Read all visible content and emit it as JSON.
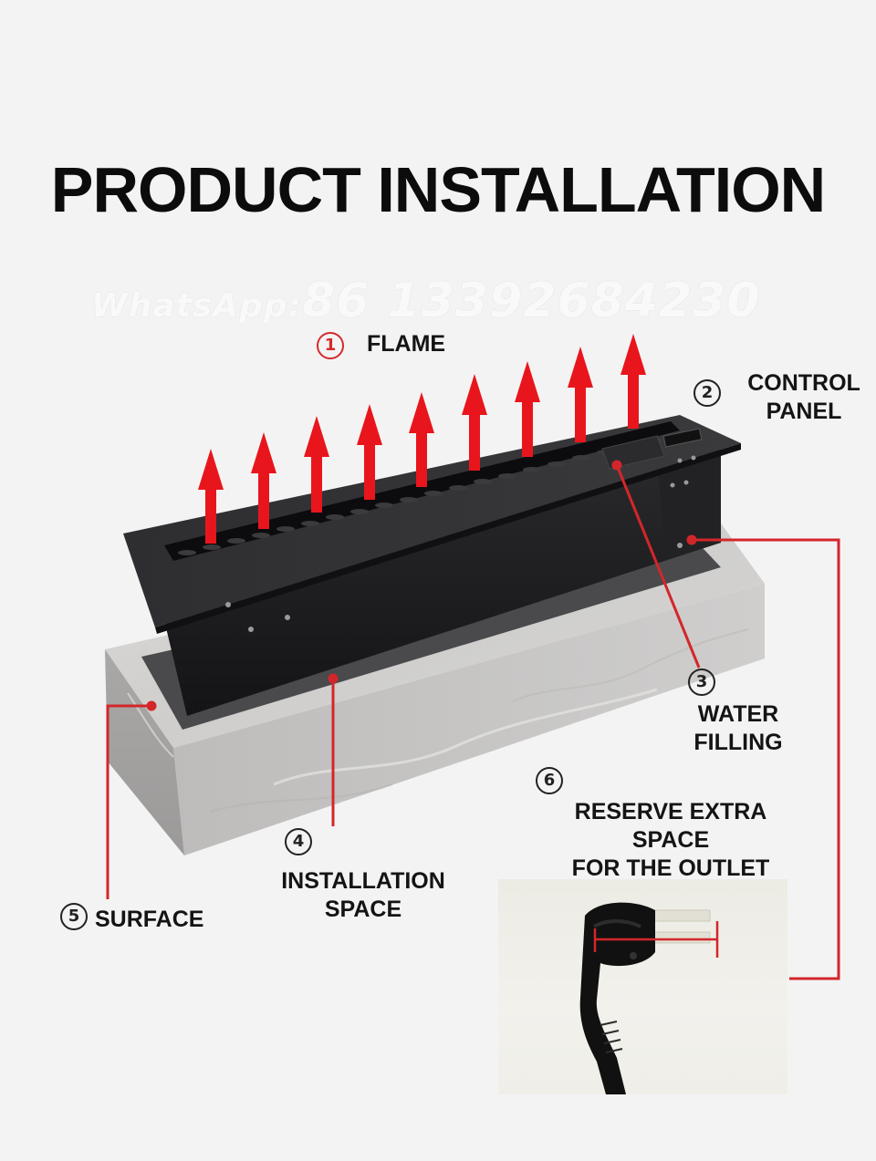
{
  "title": "PRODUCT INSTALLATION",
  "watermark": {
    "prefix": "WhatsApp:",
    "number": "86 13392684230"
  },
  "callouts": [
    {
      "number": "1",
      "label_lines": [
        "FLAME"
      ]
    },
    {
      "number": "2",
      "label_lines": [
        "CONTROL",
        "PANEL"
      ]
    },
    {
      "number": "3",
      "label_lines": [
        "WATER",
        "FILLING"
      ]
    },
    {
      "number": "4",
      "label_lines": [
        "INSTALLATION",
        "SPACE"
      ]
    },
    {
      "number": "5",
      "label_lines": [
        "SURFACE"
      ]
    },
    {
      "number": "6",
      "label_lines": [
        "RESERVE EXTRA SPACE",
        "FOR THE OUTLET"
      ]
    }
  ],
  "colors": {
    "arrow_red": "#e8161c",
    "leader_red": "#d3262a",
    "burner_black": "#1c1c1e",
    "stone_gray": "#c9c8c7",
    "background": "#f4f3f4"
  },
  "icons": [
    "flame-arrow-icon",
    "power-plug-icon"
  ]
}
